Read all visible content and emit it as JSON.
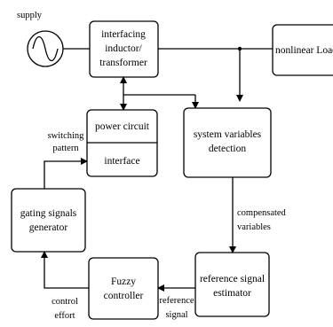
{
  "diagram": {
    "supply_label": "supply",
    "blocks": {
      "inductor": [
        "interfacing",
        "inductor/",
        "transformer"
      ],
      "load": "nonlinear Load",
      "power_circuit": "power circuit",
      "interface": "interface",
      "detection": [
        "system variables",
        "detection"
      ],
      "gating": [
        "gating signals",
        "generator"
      ],
      "fuzzy": [
        "Fuzzy",
        "controller"
      ],
      "estimator": [
        "reference signal",
        "estimator"
      ]
    },
    "edge_labels": {
      "switching_pattern": [
        "switching",
        "pattern"
      ],
      "compensated_variables": [
        "compensated",
        "variables"
      ],
      "reference_signal": [
        "reference",
        "signal"
      ],
      "control_effort": [
        "control",
        "effort"
      ]
    }
  }
}
